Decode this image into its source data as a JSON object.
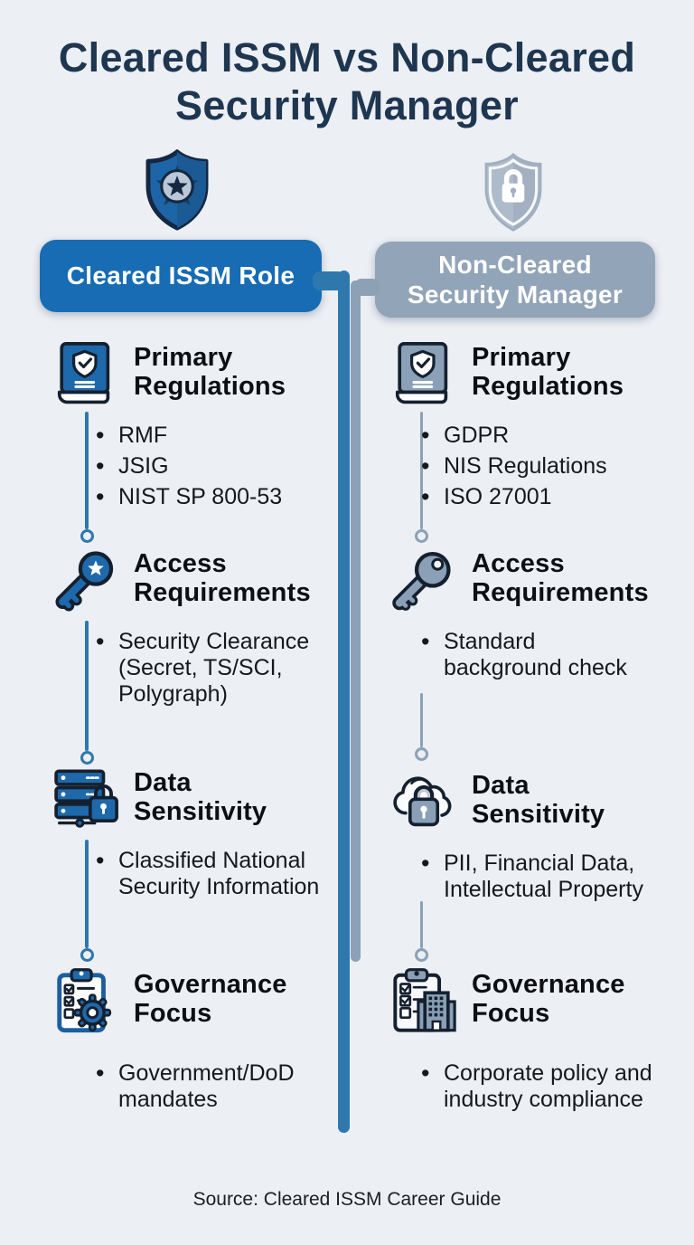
{
  "page": {
    "title": "Cleared ISSM vs Non-Cleared\nSecurity Manager",
    "footer": "Source: Cleared ISSM Career Guide"
  },
  "colors": {
    "background": "#eceff4",
    "title_navy": "#1e3650",
    "cleared_accent": "#176cb4",
    "noncleared_accent": "#92a4b8",
    "connector_blue": "#2f78ad",
    "connector_gray": "#8ca1b6",
    "body_text": "#15181d",
    "pill_text": "#ffffff"
  },
  "columns": [
    {
      "header": "Cleared ISSM Role",
      "shield_icon": "shield-star-icon",
      "sections": [
        {
          "icon": "book-shield-icon",
          "title": "Primary\nRegulations",
          "bullets": [
            "RMF",
            "JSIG",
            "NIST SP 800-53"
          ]
        },
        {
          "icon": "key-star-icon",
          "title": "Access\nRequirements",
          "bullets": [
            "Security Clearance\n(Secret, TS/SCI,\nPolygraph)"
          ]
        },
        {
          "icon": "server-lock-icon",
          "title": "Data\nSensitivity",
          "bullets": [
            "Classified National\nSecurity Information"
          ]
        },
        {
          "icon": "clipboard-gear-icon",
          "title": "Governance\nFocus",
          "bullets": [
            "Government/DoD\nmandates"
          ]
        }
      ]
    },
    {
      "header": "Non-Cleared\nSecurity Manager",
      "shield_icon": "shield-lock-icon",
      "sections": [
        {
          "icon": "book-shield-icon",
          "title": "Primary\nRegulations",
          "bullets": [
            "GDPR",
            "NIS Regulations",
            "ISO 27001"
          ]
        },
        {
          "icon": "key-icon",
          "title": "Access\nRequirements",
          "bullets": [
            "Standard\nbackground check"
          ]
        },
        {
          "icon": "cloud-lock-icon",
          "title": "Data\nSensitivity",
          "bullets": [
            "PII, Financial Data,\nIntellectual Property"
          ]
        },
        {
          "icon": "clipboard-building-icon",
          "title": "Governance\nFocus",
          "bullets": [
            "Corporate policy and\nindustry compliance"
          ]
        }
      ]
    }
  ]
}
